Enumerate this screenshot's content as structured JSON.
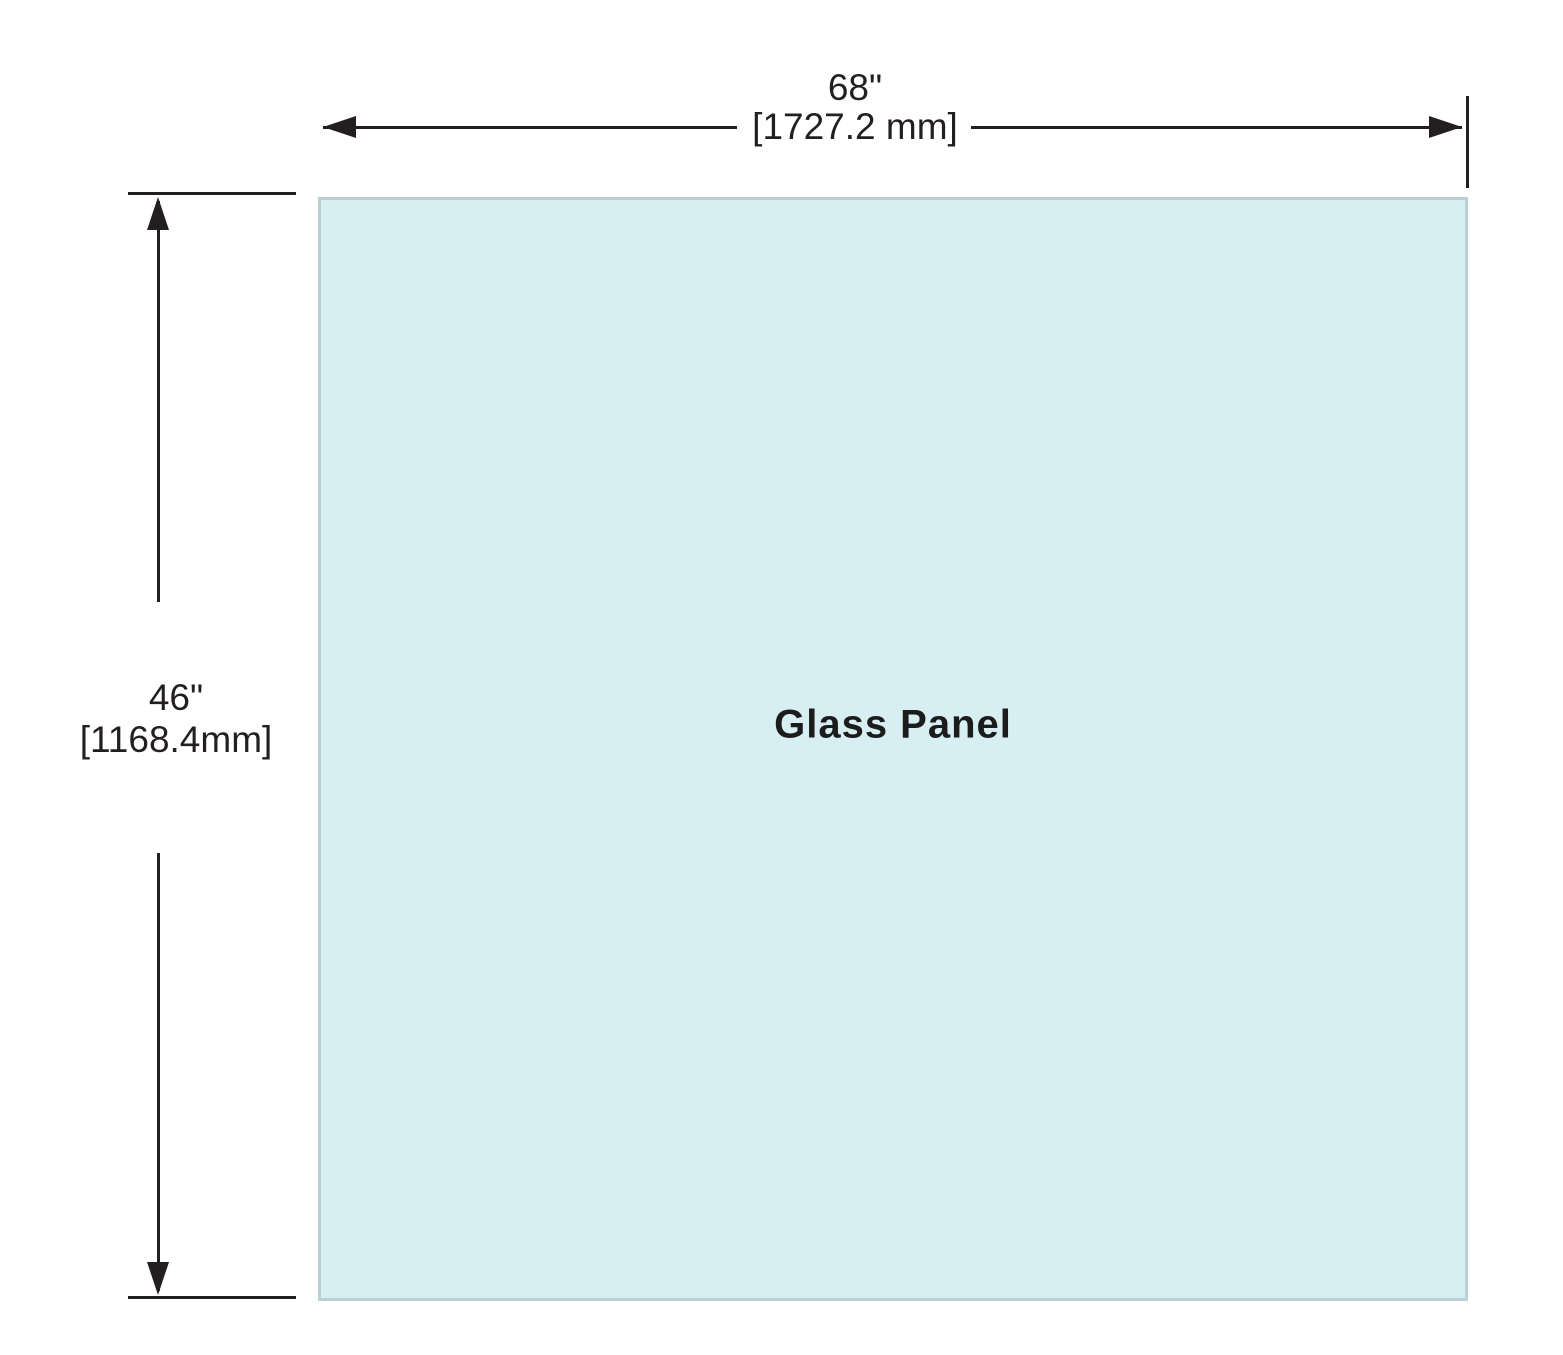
{
  "colors": {
    "panel-fill": "#d7eef3",
    "panel-border": "#bccfd4",
    "line": "#231f20",
    "text": "#231f20"
  },
  "panel": {
    "label": "Glass Panel"
  },
  "dimensions": {
    "width": {
      "inches": "68\"",
      "mm": "[1727.2 mm]"
    },
    "height": {
      "inches": "46\"",
      "mm": "[1168.4mm]"
    }
  }
}
